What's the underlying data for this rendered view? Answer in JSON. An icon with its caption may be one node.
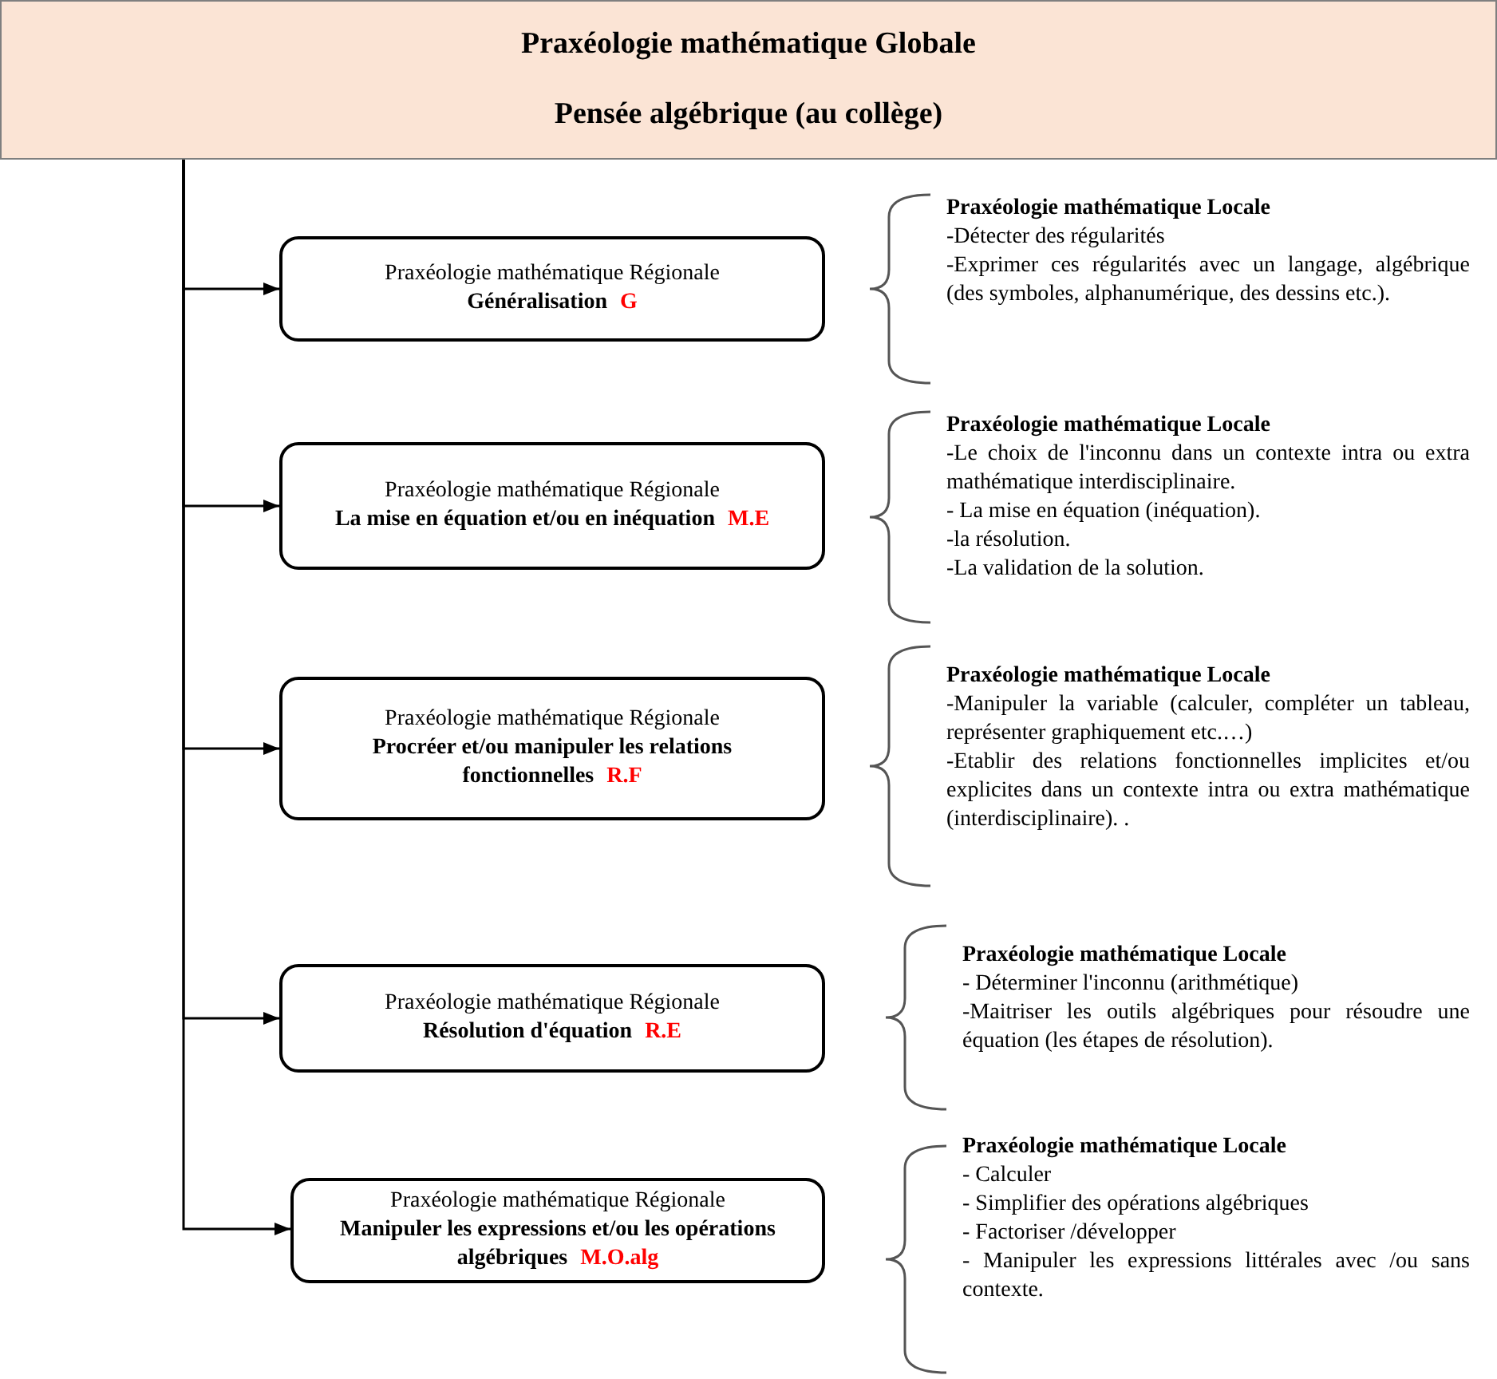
{
  "diagram": {
    "nodes": [
      {
        "text": [
          "Praxéologie mathématique Globale",
          "Pensée algébrique (au collège)"
        ]
      },
      {
        "text": [
          "Praxéologie mathématique Régionale",
          "Généralisation",
          "G"
        ]
      },
      {
        "text": [
          "Praxéologie mathématique Locale",
          "-Détecter des régularités",
          "-Exprimer ces régularités avec un langage, algébrique (des symboles, alphanumérique, des dessins etc.)."
        ]
      },
      {
        "text": [
          "Praxéologie mathématique Régionale",
          "La mise en équation et/ou en inéquation",
          "M.E"
        ]
      },
      {
        "text": [
          "Praxéologie mathématique Locale",
          "-Le choix de l'inconnu dans un contexte intra ou extra mathématique interdisciplinaire.",
          "- La mise en équation (inéquation).",
          "-la résolution.",
          "-La validation de la solution."
        ]
      },
      {
        "text": [
          "Praxéologie mathématique Régionale",
          "Procréer et/ou manipuler les relations fonctionnelles",
          "R.F"
        ]
      },
      {
        "text": [
          "Praxéologie mathématique Locale",
          "-Manipuler la variable (calculer, compléter un tableau, représenter graphiquement etc.…)",
          "-Etablir des relations fonctionnelles implicites et/ou explicites dans un contexte intra ou extra mathématique (interdisciplinaire). ."
        ]
      },
      {
        "text": [
          "Praxéologie mathématique Régionale",
          "Résolution d'équation",
          "R.E"
        ]
      },
      {
        "text": [
          "Praxéologie mathématique Locale",
          "- Déterminer l'inconnu (arithmétique)",
          "-Maitriser les outils algébriques pour résoudre une équation (les étapes de résolution)."
        ]
      },
      {
        "text": [
          "Praxéologie mathématique Régionale",
          "Manipuler les expressions et/ou les opérations algébriques",
          "M.O.alg"
        ]
      },
      {
        "text": [
          "Praxéologie mathématique Locale",
          "- Calculer",
          "- Simplifier des opérations algébriques",
          "- Factoriser /développer",
          "- Manipuler les expressions littérales avec /ou sans contexte."
        ]
      }
    ],
    "edges": [
      {
        "from": 0,
        "to": 1,
        "arrow": "to"
      },
      {
        "from": 0,
        "to": 3,
        "arrow": "to"
      },
      {
        "from": 0,
        "to": 5,
        "arrow": "to"
      },
      {
        "from": 0,
        "to": 7,
        "arrow": "to"
      },
      {
        "from": 0,
        "to": 9,
        "arrow": "to"
      }
    ]
  }
}
